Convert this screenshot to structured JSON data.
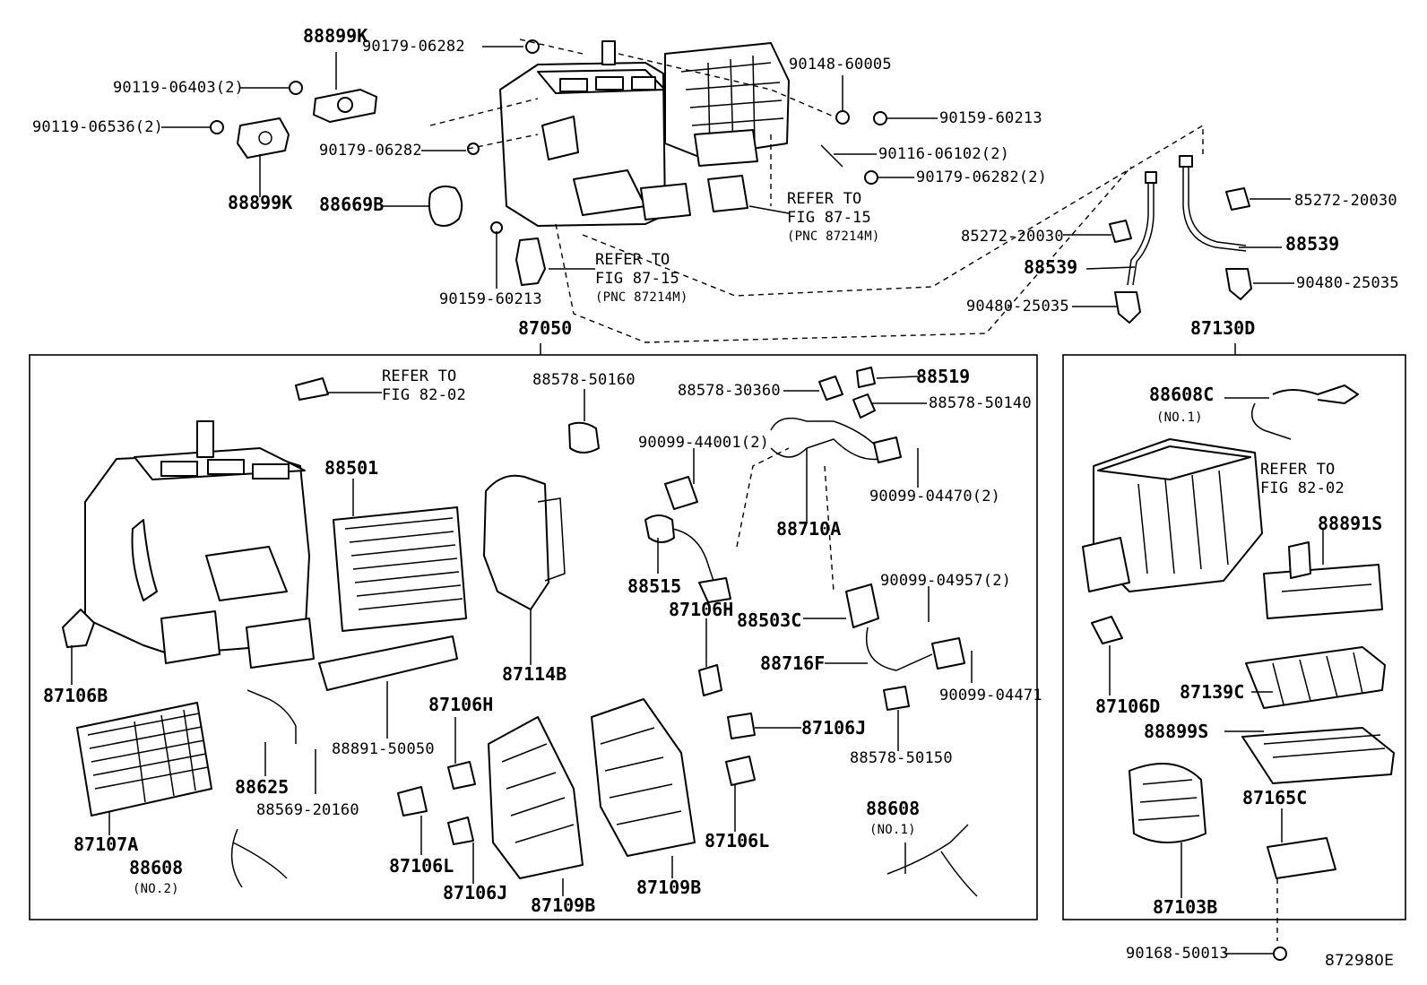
{
  "figure_code": "872980E",
  "groups": {
    "assembly": "87050",
    "blower_assembly": "87130D"
  },
  "labels": {
    "p88899K_top": "88899K",
    "p90179_06282_a": "90179-06282",
    "p90119_06403": "90119-06403(2)",
    "p90119_06536": "90119-06536(2)",
    "p90179_06282_b": "90179-06282",
    "p88899K_bottom": "88899K",
    "p88669B": "88669B",
    "p90159_60213_a": "90159-60213",
    "p90148_60005": "90148-60005",
    "p90159_60213_b": "90159-60213",
    "p90116_06102": "90116-06102(2)",
    "p90179_06282_c": "90179-06282(2)",
    "p85272_20030_a": "85272-20030",
    "p88539_a": "88539",
    "p90480_25035_a": "90480-25035",
    "p85272_20030_b": "85272-20030",
    "p88539_b": "88539",
    "p90480_25035_b": "90480-25035",
    "p88578_50160": "88578-50160",
    "p88578_30360": "88578-30360",
    "p88519": "88519",
    "p88578_50140": "88578-50140",
    "p90099_44001": "90099-44001(2)",
    "p90099_04470": "90099-04470(2)",
    "p88501": "88501",
    "p88710A": "88710A",
    "p88515": "88515",
    "p87114B": "87114B",
    "p90099_04957": "90099-04957(2)",
    "p88503C": "88503C",
    "p87106H_a": "87106H",
    "p88716F": "88716F",
    "p90099_04471": "90099-04471",
    "p87106B": "87106B",
    "p88891_50050": "88891-50050",
    "p87106H_b": "87106H",
    "p87106J_a": "87106J",
    "p88578_50150": "88578-50150",
    "p88625": "88625",
    "p88569_20160": "88569-20160",
    "p87107A": "87107A",
    "p87106L_a": "87106L",
    "p87106L_b": "87106L",
    "p88608_a": "88608",
    "p88608_b": "88608",
    "p87106J_b": "87106J",
    "p87109B_a": "87109B",
    "p87109B_b": "87109B",
    "p88608C": "88608C",
    "p88891S": "88891S",
    "p87106D": "87106D",
    "p87139C": "87139C",
    "p88899S": "88899S",
    "p87165C": "87165C",
    "p87103B": "87103B",
    "p90168_50013": "90168-50013"
  },
  "notes": {
    "no1_a": "(NO.1)",
    "no1_b": "(NO.1)",
    "no2": "(NO.2)"
  },
  "refs": {
    "ref_a": {
      "line1": "REFER TO",
      "line2": "FIG 87-15",
      "line3": "(PNC 87214M)"
    },
    "ref_b": {
      "line1": "REFER TO",
      "line2": "FIG 87-15",
      "line3": "(PNC 87214M)"
    },
    "ref_c": {
      "line1": "REFER TO",
      "line2": "FIG 82-02"
    },
    "ref_d": {
      "line1": "REFER TO",
      "line2": "FIG 82-02"
    }
  }
}
